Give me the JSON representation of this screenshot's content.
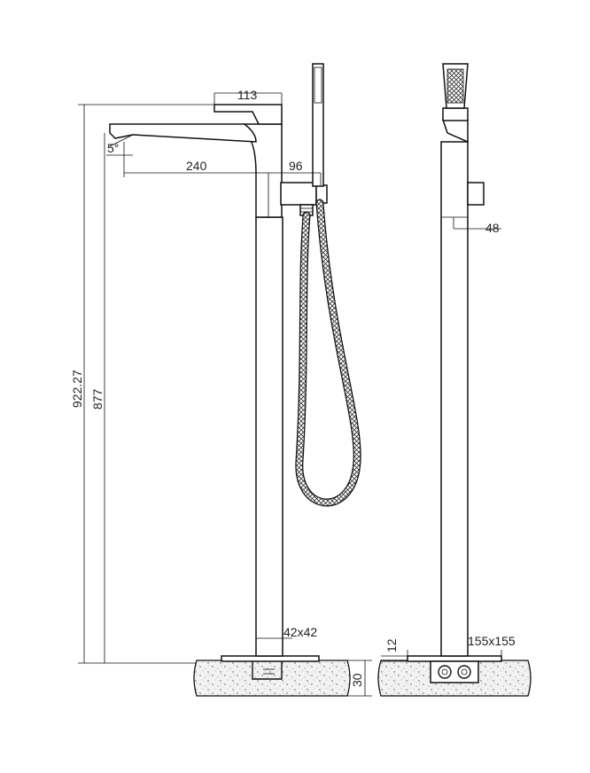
{
  "dimensions": {
    "handle_width": "113",
    "spout_angle": "5°",
    "spout_reach": "240",
    "outlet_offset": "96",
    "side_outlet": "48",
    "total_height": "922.27",
    "spout_height": "877",
    "column_section": "42x42",
    "floor_depth": "30",
    "base_thickness": "12",
    "base_plate": "155x155"
  }
}
